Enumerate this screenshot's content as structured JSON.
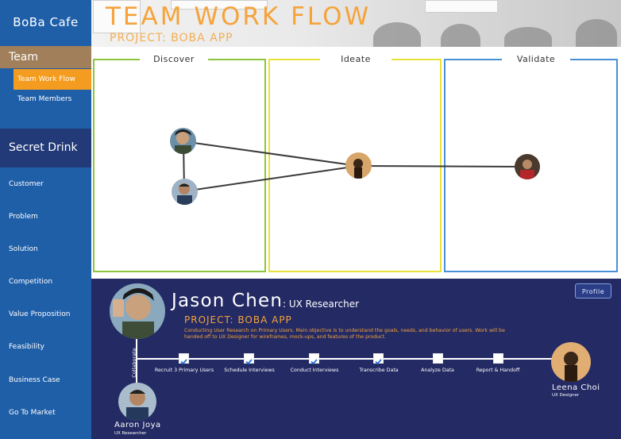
{
  "app": {
    "brand": "BoBa Cafe"
  },
  "sidebar": {
    "section_team": "Team",
    "team_items": [
      {
        "label": "Team Work Flow",
        "active": true
      },
      {
        "label": "Team Members",
        "active": false
      }
    ],
    "section_secret": "Secret Drink",
    "items": [
      {
        "label": "Customer"
      },
      {
        "label": "Problem"
      },
      {
        "label": "Solution"
      },
      {
        "label": "Competition"
      },
      {
        "label": "Value Proposition"
      },
      {
        "label": "Feasibility"
      },
      {
        "label": "Business Case"
      },
      {
        "label": "Go To Market"
      }
    ]
  },
  "header": {
    "title": "TEAM WORK FLOW",
    "subtitle": "PROJECT: BOBA APP"
  },
  "stages": [
    {
      "label": "Discover",
      "color": "#8cc63f"
    },
    {
      "label": "Ideate",
      "color": "#e8e23a"
    },
    {
      "label": "Validate",
      "color": "#4a90d9"
    }
  ],
  "profile": {
    "button_label": "Profile",
    "name": "Jason Chen",
    "role": ": UX Researcher",
    "project": "PROJECT: BOBA APP",
    "description": "Conducting User Research on Primary Users. Main objective is to understand the goals, needs, and behavior of users. Work will be handed off to UX Designer for wireframes, mock-ups, and features of the product.",
    "collaborate_label": "Collaborate",
    "steps": [
      {
        "label": "Recruit 3 Primary Users",
        "done": true
      },
      {
        "label": "Schedule Interviews",
        "done": true
      },
      {
        "label": "Conduct Interviews",
        "done": true
      },
      {
        "label": "Transcribe Data",
        "done": true
      },
      {
        "label": "Analyze Data",
        "done": false
      },
      {
        "label": "Report & Handoff",
        "done": false
      }
    ],
    "collaborator": {
      "name": "Aaron Joya",
      "role": "UX Researcher"
    },
    "handoff_to": {
      "name": "Leena Choi",
      "role": "UX Designer"
    }
  },
  "colors": {
    "sidebar": "#1f5fa8",
    "team_section": "#a07f5a",
    "active_item": "#f39c1f",
    "secret_section": "#233a78",
    "profile_panel": "#232a64",
    "accent": "#f5a33a"
  }
}
